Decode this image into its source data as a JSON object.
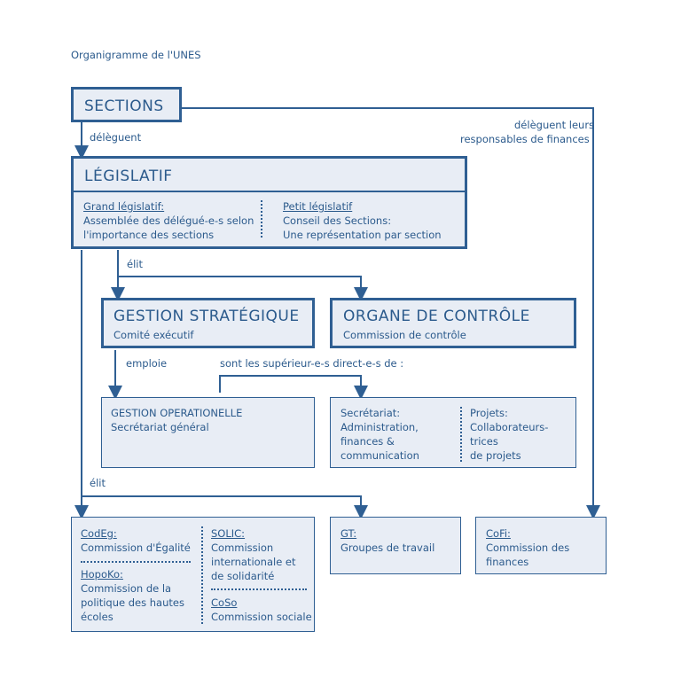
{
  "page_title": "Organigramme de l'UNES",
  "sections": {
    "title": "SECTIONS"
  },
  "edge_labels": {
    "deleguent": "délèguent",
    "deleguent_finances_1": "délèguent leurs",
    "deleguent_finances_2": "responsables de finances",
    "elit_1": "élit",
    "emploie": "emploie",
    "superieurs": "sont les supérieur-e-s direct-e-s de :",
    "elit_2": "élit"
  },
  "legislatif": {
    "title": "LÉGISLATIF",
    "grand_title": "Grand législatif:",
    "grand_line1": "Assemblée des délégué-e-s selon",
    "grand_line2": "l'importance des sections",
    "petit_title": "Petit législatif",
    "petit_line1": "Conseil des Sections:",
    "petit_line2": "Une représentation par section"
  },
  "gestion_strategique": {
    "title": "GESTION STRATÉGIQUE",
    "subtitle": "Comité exécutif"
  },
  "organe_controle": {
    "title": "ORGANE DE CONTRÔLE",
    "subtitle": "Commission de contrôle"
  },
  "gestion_operationelle": {
    "title": "GESTION OPERATIONELLE",
    "subtitle": "Secrétariat général"
  },
  "secretariat": {
    "title": "Secrétariat:",
    "line1": "Administration,",
    "line2": "finances &",
    "line3": "communication",
    "projets_title": "Projets:",
    "projets_line1": "Collaborateurs-trices",
    "projets_line2": "de projets"
  },
  "commissions": {
    "codeg_title": "CodEg:",
    "codeg_line1": "Commission d'Égalité",
    "hopoko_title": "HopoKo:",
    "hopoko_line1": "Commission de la",
    "hopoko_line2": "politique des hautes",
    "hopoko_line3": "écoles",
    "solic_title": "SOLIC:",
    "solic_line1": "Commission",
    "solic_line2": "internationale et",
    "solic_line3": "de solidarité",
    "coso_title": "CoSo",
    "coso_line1": "Commission sociale"
  },
  "gt": {
    "title": "GT:",
    "line1": "Groupes de travail"
  },
  "cofi": {
    "title": "CoFi:",
    "line1": "Commission des",
    "line2": "finances"
  },
  "colors": {
    "primary": "#2f5f93",
    "fill": "#e8edf5"
  }
}
